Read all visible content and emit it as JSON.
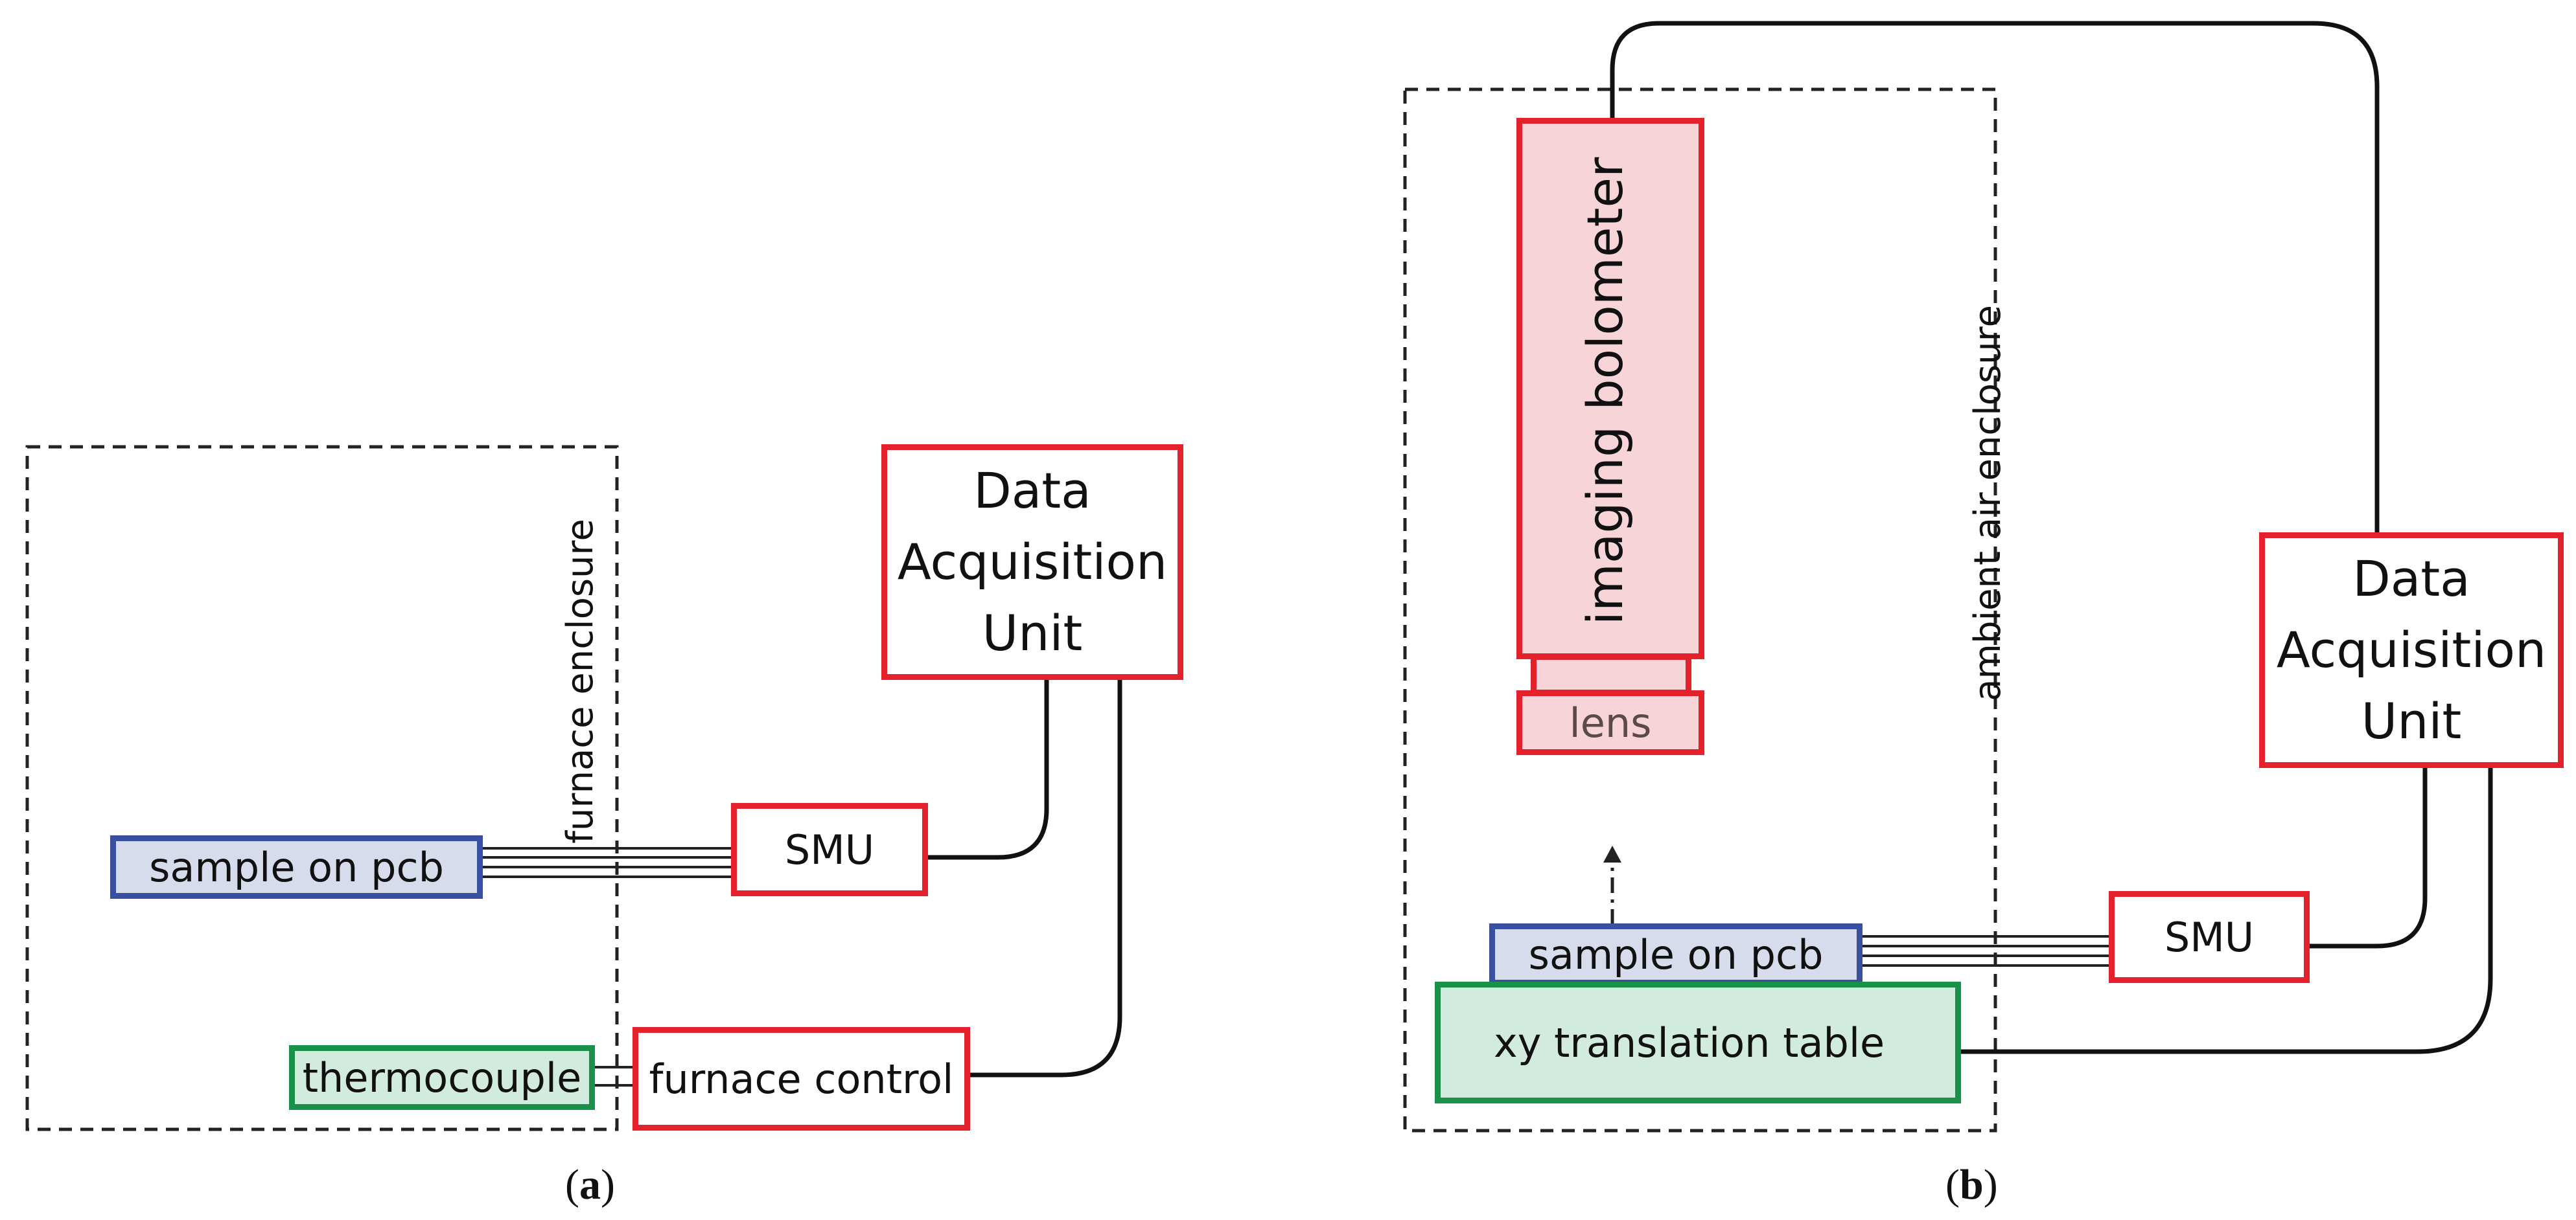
{
  "panel_a": {
    "enclosure_label": "furnace enclosure",
    "daq_label": "Data\nAcquisition\nUnit",
    "smu_label": "SMU",
    "sample_label": "sample on pcb",
    "thermocouple_label": "thermocouple",
    "furnace_control_label": "furnace control",
    "caption_letter": "a"
  },
  "panel_b": {
    "enclosure_label": "ambient air enclosure",
    "bolometer_label": "imaging bolometer",
    "lens_label": "lens",
    "sample_label": "sample on pcb",
    "table_label": "xy translation table",
    "smu_label": "SMU",
    "daq_label": "Data\nAcquisition\nUnit",
    "caption_letter": "b"
  },
  "colors": {
    "red_border": "#e3222b",
    "blue_border": "#3a4fa0",
    "green_border": "#199148",
    "bolometer_fill": "#f6d4d8"
  }
}
